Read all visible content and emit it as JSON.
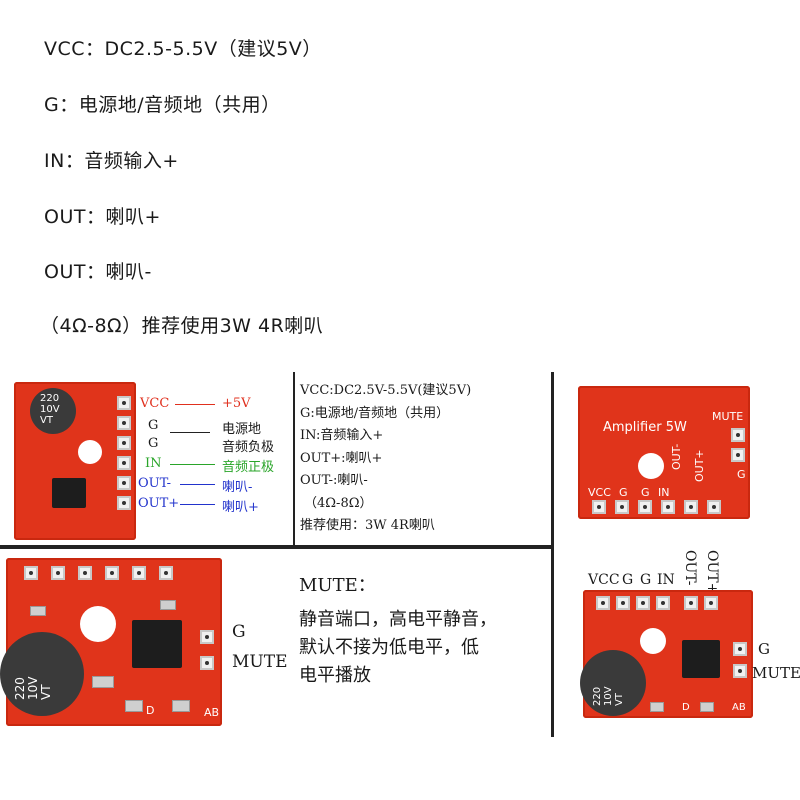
{
  "specs": [
    "VCC：DC2.5-5.5V（建议5V）",
    "G：电源地/音频地（共用）",
    "IN：音频输入+",
    "OUT：喇叭+",
    "OUT：喇叭-",
    "（4Ω-8Ω）推荐使用3W 4R喇叭"
  ],
  "panel1": {
    "labels": [
      "VCC",
      "G",
      "G",
      "IN",
      "OUT-",
      "OUT+"
    ],
    "desc": [
      "+5V",
      "电源地",
      "音频负极",
      "音频正极",
      "喇叭-",
      "喇叭+"
    ],
    "cap": [
      "220",
      "10V",
      "VT"
    ],
    "colors": {
      "vcc": "#e0301e",
      "g": "#222222",
      "in": "#2aa52a",
      "out": "#2233cc"
    }
  },
  "panel2": {
    "lines": [
      "VCC:DC2.5V-5.5V(建议5V)",
      "G:电源地/音频地（共用）",
      "IN:音频输入+",
      "OUT+:喇叭+",
      "OUT-:喇叭-",
      "（4Ω-8Ω）",
      "推荐使用：3W 4R喇叭"
    ]
  },
  "panel3": {
    "title": "Amplifier 5W",
    "mute": "MUTE",
    "g": "G",
    "pins": [
      "VCC",
      "G",
      "G",
      "IN",
      "OUT-",
      "OUT+"
    ]
  },
  "panel4": {
    "side_g": "G",
    "side_mute": "MUTE",
    "cap": [
      "220",
      "10V",
      "VT"
    ],
    "silk": [
      "D",
      "AB"
    ]
  },
  "panel5": {
    "title": "MUTE：",
    "lines": [
      "静音端口，高电平静音，",
      "默认不接为低电平，低",
      "电平播放"
    ]
  },
  "panel6": {
    "pins_top": [
      "VCC",
      "G",
      "G",
      "IN"
    ],
    "pins_rot": [
      "OUT-",
      "OUT+"
    ],
    "side_g": "G",
    "side_mute": "MUTE",
    "cap": [
      "220",
      "10V",
      "VT"
    ],
    "silk": [
      "D",
      "AB"
    ]
  }
}
